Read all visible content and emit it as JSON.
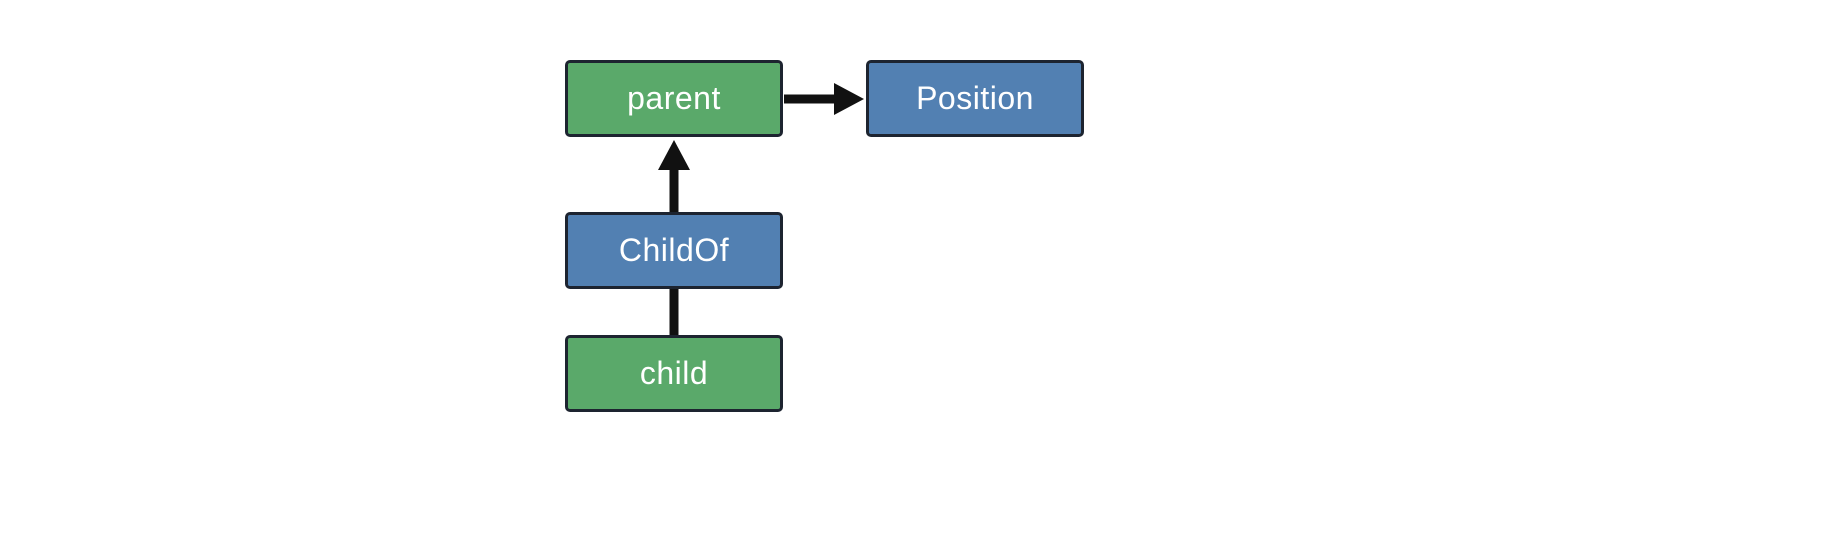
{
  "diagram": {
    "title": "entity-relationship-diagram",
    "background_color": "#ffffff",
    "edge_color": "#111111",
    "node_border_color": "#1d2430",
    "node_text_color": "#ffffff",
    "entity_color": "#5aa96a",
    "component_color": "#5280b2",
    "nodes": [
      {
        "id": "parent",
        "label": "parent",
        "kind": "entity",
        "color": "#5aa96a"
      },
      {
        "id": "Position",
        "label": "Position",
        "kind": "component",
        "color": "#5280b2"
      },
      {
        "id": "ChildOf",
        "label": "ChildOf",
        "kind": "relationship",
        "color": "#5280b2"
      },
      {
        "id": "child",
        "label": "child",
        "kind": "entity",
        "color": "#5aa96a"
      }
    ],
    "edges": [
      {
        "from": "parent",
        "to": "Position",
        "style": "arrow",
        "direction": "right"
      },
      {
        "from": "ChildOf",
        "to": "parent",
        "style": "arrow",
        "direction": "up"
      },
      {
        "from": "child",
        "to": "ChildOf",
        "style": "line",
        "direction": "up"
      }
    ]
  }
}
